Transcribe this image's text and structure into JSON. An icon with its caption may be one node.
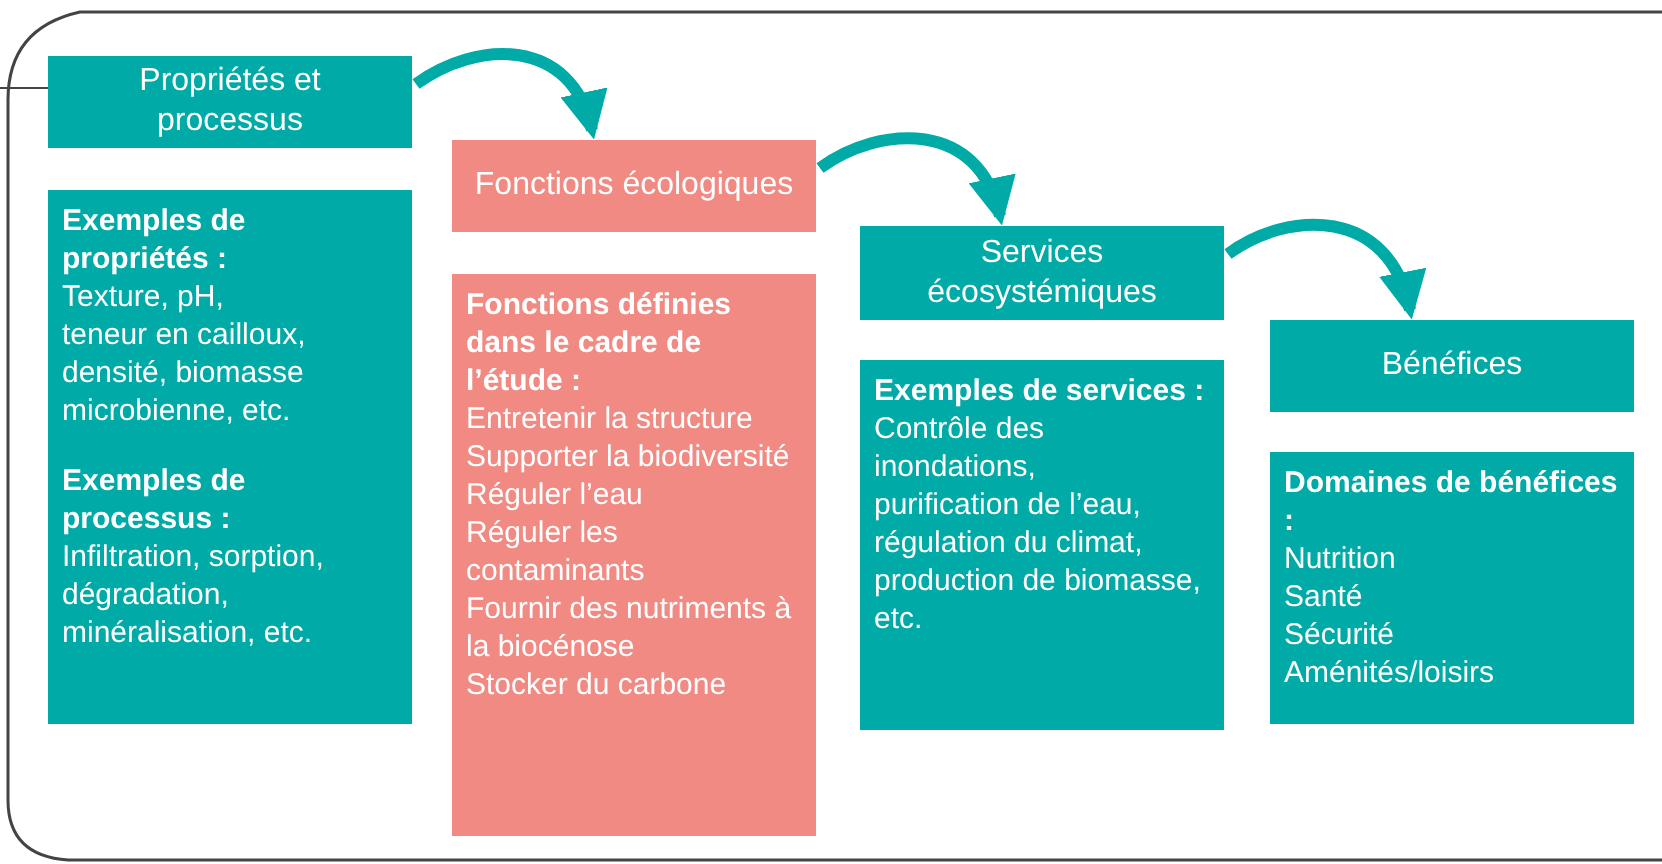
{
  "diagram": {
    "nodes": [
      {
        "text": [
          "Propriétés et processus"
        ]
      },
      {
        "text": [
          "**Exemples de propriétés :**",
          "Texture, pH,",
          "teneur en cailloux,",
          "densité, biomasse microbienne, etc.",
          "**Exemples de processus :**",
          "Infiltration, sorption, dégradation, minéralisation, etc."
        ]
      },
      {
        "text": [
          "Fonctions écologiques"
        ]
      },
      {
        "text": [
          "**Fonctions définies dans le cadre de l’étude :**",
          "Entretenir la structure",
          "Supporter la biodiversité",
          "Réguler l’eau",
          "Réguler les contaminants",
          "Fournir des nutriments à la biocénose",
          "Stocker du carbone"
        ]
      },
      {
        "text": [
          "Services écosystémiques"
        ]
      },
      {
        "text": [
          "**Exemples de services :**",
          "Contrôle des inondations,",
          "purification de l’eau,",
          "régulation du climat,",
          "production de biomasse, etc."
        ]
      },
      {
        "text": [
          "Bénéfices"
        ]
      },
      {
        "text": [
          "**Domaines de bénéfices :**",
          "Nutrition",
          "Santé",
          "Sécurité",
          "Aménités/loisirs"
        ]
      }
    ],
    "edges": [
      {
        "from": 0,
        "to": 2,
        "arrow": "to"
      },
      {
        "from": 2,
        "to": 4,
        "arrow": "to"
      },
      {
        "from": 4,
        "to": 6,
        "arrow": "to"
      }
    ]
  }
}
